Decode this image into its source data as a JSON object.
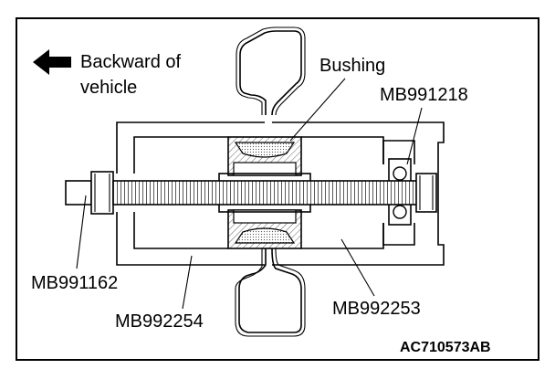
{
  "direction": {
    "line1": "Backward of",
    "line2": "vehicle"
  },
  "labels": {
    "bushing": "Bushing",
    "tool_bearing": "MB991218",
    "tool_bolt": "MB991162",
    "tool_cup_left": "MB992254",
    "tool_cup_right": "MB992253"
  },
  "figure_code": "AC710573AB"
}
